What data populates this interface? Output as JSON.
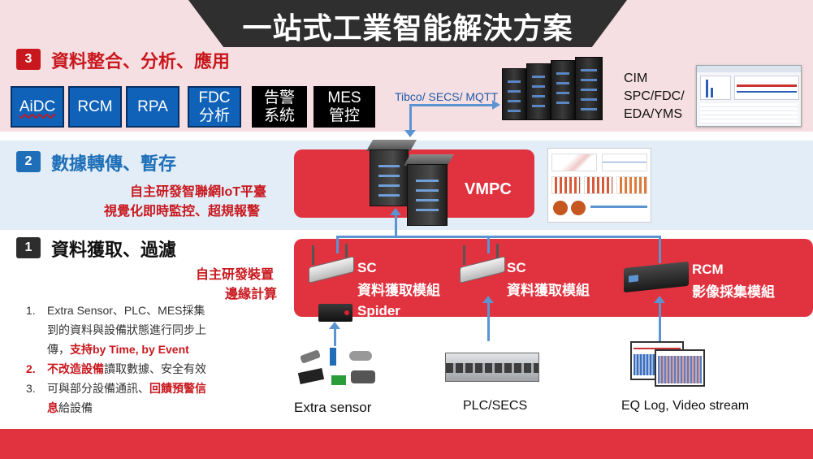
{
  "title": "一站式工業智能解決方案",
  "layer3": {
    "number": "3",
    "heading": "資料整合、分析、應用",
    "apps": [
      {
        "label": "AiDC",
        "style": "blue"
      },
      {
        "label": "RCM",
        "style": "blue"
      },
      {
        "label": "RPA",
        "style": "blue"
      },
      {
        "label": "FDC\n分析",
        "style": "blue"
      },
      {
        "label": "告警\n系統",
        "style": "black"
      },
      {
        "label": "MES\n管控",
        "style": "black"
      }
    ],
    "protocol_label": "Tibco/ SECS/ MQTT",
    "systems_label": "CIM\nSPC/FDC/\nEDA/YMS"
  },
  "layer2": {
    "number": "2",
    "heading": "數據轉傳、暫存",
    "desc_line1": "自主研發智聯網IoT平臺",
    "desc_line2": "視覺化即時監控、超規報警",
    "server_label": "VMPC"
  },
  "layer1": {
    "number": "1",
    "heading": "資料獲取、過濾",
    "desc_line1": "自主研發裝置",
    "desc_line2": "邊緣計算",
    "modules": [
      {
        "title": "SC",
        "subtitle": "資料獲取模組"
      },
      {
        "title": "SC",
        "subtitle": "資料獲取模組"
      },
      {
        "title": "RCM",
        "subtitle": "影像採集模組"
      }
    ],
    "spider_label": "Spider",
    "sources": [
      "Extra sensor",
      "PLC/SECS",
      "EQ Log, Video stream"
    ],
    "notes": {
      "item1_num": "1.",
      "item1_text_a": "Extra Sensor、PLC、MES採集",
      "item1_text_b": "到的資料與設備狀態進行同步上",
      "item1_text_c_plain": "傳，",
      "item1_text_c_red": "支持by Time, by Event",
      "item2_num": "2.",
      "item2_red": "不改造設備",
      "item2_plain": "讀取數據、安全有效",
      "item3_num": "3.",
      "item3_text_a_plain": "可與部分設備通訊、",
      "item3_text_a_red": "回饋預警信",
      "item3_text_b_red": "息",
      "item3_text_b_plain": "給設備"
    }
  },
  "colors": {
    "accent_red": "#e0333f",
    "app_blue": "#0f62b8",
    "line_blue": "#5c94d2",
    "num_red": "#c8181e",
    "num_blue": "#1e6fb8"
  }
}
